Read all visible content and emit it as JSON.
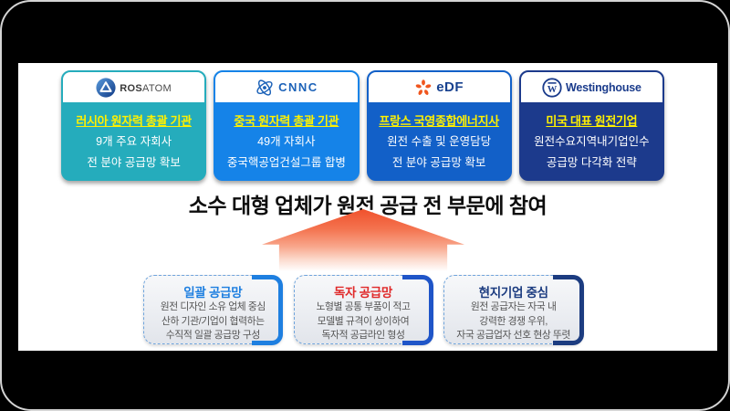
{
  "headline": "소수 대형 업체가 원전 공급 전 부문에 참여",
  "companies": [
    {
      "name": "ROSATOM",
      "logo_bold": "ROS",
      "logo_light": "ATOM",
      "color": "#25acbc",
      "title": "러시아 원자력 총괄 기관",
      "line1": "9개 주요 자회사",
      "line2": "전 분야 공급망 확보"
    },
    {
      "name": "CNNC",
      "logo_text": "CNNC",
      "color": "#1583e8",
      "title": "중국 원자력 총괄 기관",
      "line1": "49개 자회사",
      "line2": "중국핵공업건설그룹 합병"
    },
    {
      "name": "EDF",
      "logo_text": "eDF",
      "color": "#1260c8",
      "title": "프랑스 국영종합에너지사",
      "line1": "원전 수출 및 운영담당",
      "line2": "전 분야 공급망 확보"
    },
    {
      "name": "Westinghouse",
      "logo_text": "Westinghouse",
      "logo_glyph": "W",
      "color": "#1c3a8c",
      "title": "미국 대표 원전기업",
      "line1": "원전수요지역내기업인수",
      "line2": "공급망 다각화 전략"
    }
  ],
  "title_text_color": "#FFF100",
  "arrow_color": "#f0512c",
  "supply_boxes": [
    {
      "title": "일괄 공급망",
      "title_color": "#1e7fe0",
      "accent_color": "#1e7fe0",
      "line1": "원전 디자인 소유 업체 중심",
      "line2": "산하 기관/기업이 협력하는",
      "line3": "수직적 일괄 공급망 구성"
    },
    {
      "title": "독자 공급망",
      "title_color": "#e02a2a",
      "accent_color": "#1f55c8",
      "line1": "노형별 공통 부품이 적고",
      "line2": "모델별 규격이 상이하여",
      "line3": "독자적 공급라인 형성"
    },
    {
      "title": "현지기업 중심",
      "title_color": "#1c3c80",
      "accent_color": "#1c3c80",
      "line1": "원전 공급자는 자국 내",
      "line2": "강력한 경쟁 우위,",
      "line3": "자국 공급업자 선호 현상 뚜렷"
    }
  ]
}
